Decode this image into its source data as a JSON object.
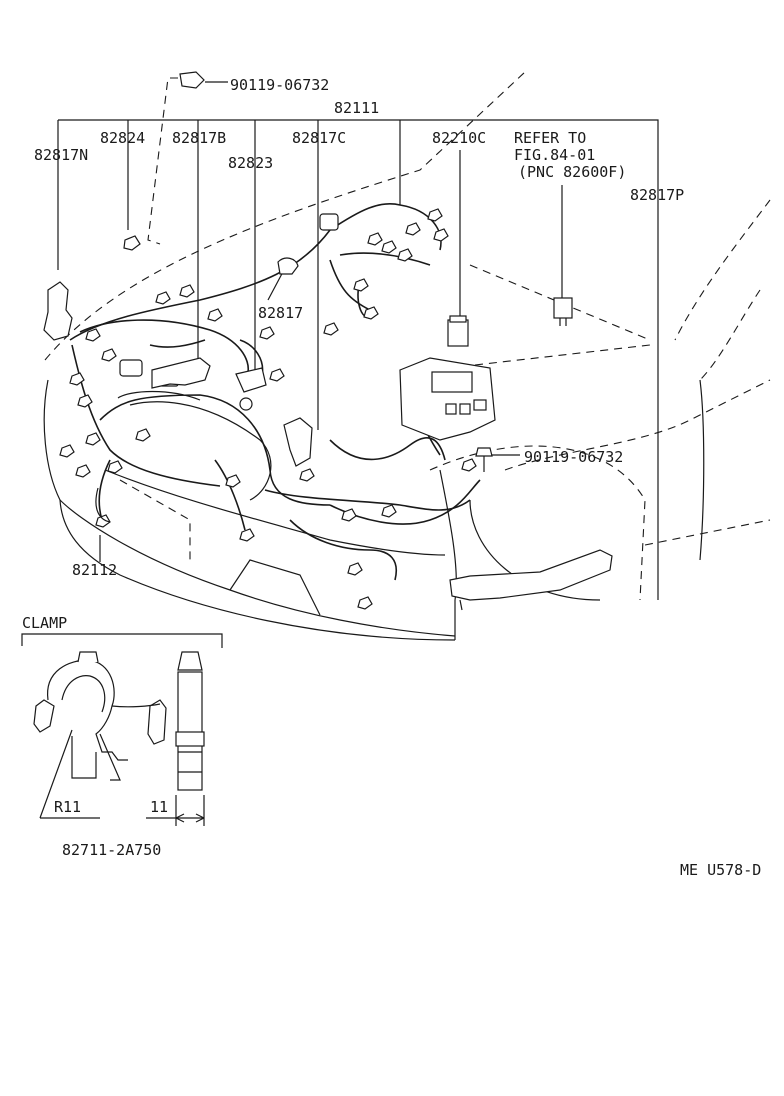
{
  "labels": {
    "bolt_top": "90119-06732",
    "harness_main": "82111",
    "p82817N": "82817N",
    "p82824": "82824",
    "p82817B": "82817B",
    "p82823": "82823",
    "p82817C": "82817C",
    "p82210C": "82210C",
    "refer_line1": "REFER TO",
    "refer_line2": "FIG.84-01",
    "refer_line3": "(PNC 82600F)",
    "p82817P": "82817P",
    "p82817": "82817",
    "bolt_right": "90119-06732",
    "p82112": "82112",
    "clamp_title": "CLAMP",
    "radius": "R11",
    "dimension": "11",
    "clamp_part": "82711-2A750",
    "page_code": "ME  U578-D"
  }
}
